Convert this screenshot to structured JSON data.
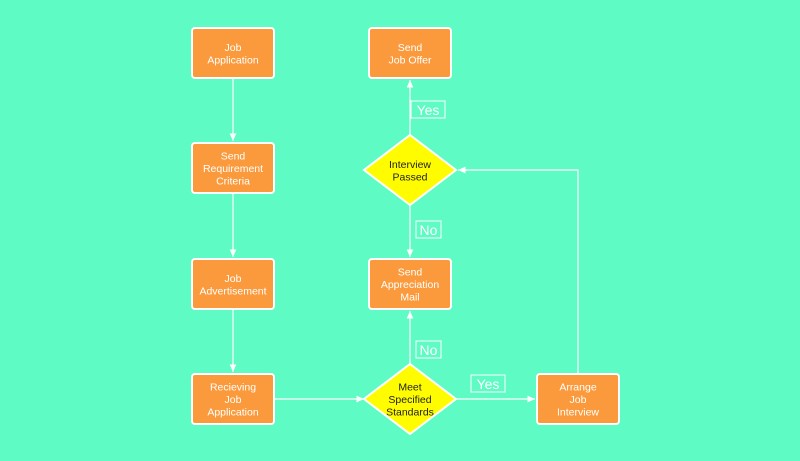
{
  "colors": {
    "background": "#5efcc4",
    "process_fill": "#fb9a3c",
    "decision_fill": "#fffc00",
    "stroke": "#ffffff",
    "process_text": "#ffffff",
    "decision_text": "#222222"
  },
  "nodes": {
    "job_application": {
      "lines": [
        "Job",
        "Application"
      ]
    },
    "send_requirement": {
      "lines": [
        "Send",
        "Requirement",
        "Criteria"
      ]
    },
    "job_advertisement": {
      "lines": [
        "Job",
        "Advertisement"
      ]
    },
    "receiving_application": {
      "lines": [
        "Recieving",
        "Job",
        "Application"
      ]
    },
    "meet_standards": {
      "lines": [
        "Meet",
        "Specified",
        "Standards"
      ]
    },
    "arrange_interview": {
      "lines": [
        "Arrange",
        "Job",
        "Interview"
      ]
    },
    "send_appreciation": {
      "lines": [
        "Send",
        "Appreciation",
        "Mail"
      ]
    },
    "interview_passed": {
      "lines": [
        "Interview",
        "Passed"
      ]
    },
    "send_offer": {
      "lines": [
        "Send",
        "Job Offer"
      ]
    }
  },
  "edge_labels": {
    "yes_to_offer": "Yes",
    "no_to_appreciation_top": "No",
    "no_to_appreciation_bottom": "No",
    "yes_to_interview": "Yes"
  }
}
